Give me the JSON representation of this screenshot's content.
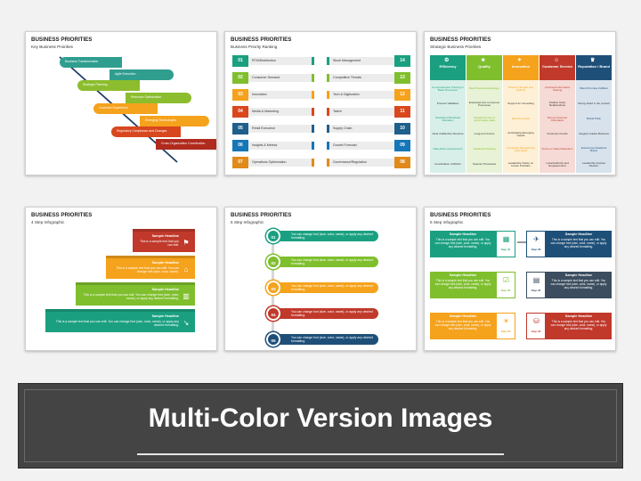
{
  "slides": [
    {
      "title": "BUSINESS PRIORITIES",
      "subtitle": "Key Business Priorities",
      "items": [
        {
          "label": "Business Transformation",
          "color": "#2f9e8f"
        },
        {
          "label": "Agile Execution",
          "color": "#2f9e8f"
        },
        {
          "label": "Strategic Planning",
          "color": "#8cbd2e"
        },
        {
          "label": "Resource Optimization",
          "color": "#8cbd2e"
        },
        {
          "label": "Customer Experience",
          "color": "#f5a21c"
        },
        {
          "label": "Emerging Technologies",
          "color": "#f5a21c"
        },
        {
          "label": "Regulatory Compliance and Changes",
          "color": "#d9471e"
        },
        {
          "label": "Cross-Organization Coordination",
          "color": "#b02a1e"
        }
      ]
    },
    {
      "title": "BUSINESS PRIORITIES",
      "subtitle": "Business Priority Ranking",
      "left": [
        {
          "num": "01",
          "label": "RTM/Distribution",
          "color": "#1aa080"
        },
        {
          "num": "02",
          "label": "Consumer Demand",
          "color": "#7fbf2e"
        },
        {
          "num": "03",
          "label": "Innovation",
          "color": "#f5a21c"
        },
        {
          "num": "04",
          "label": "Media & Marketing",
          "color": "#d9471e"
        },
        {
          "num": "05",
          "label": "Retail Execution",
          "color": "#1e5f8c"
        },
        {
          "num": "06",
          "label": "Insights & Metrics",
          "color": "#1576b8"
        },
        {
          "num": "07",
          "label": "Operations Optimization",
          "color": "#e08a1a"
        }
      ],
      "right": [
        {
          "num": "14",
          "label": "Stock Management",
          "color": "#1aa080"
        },
        {
          "num": "13",
          "label": "Competitive Threats",
          "color": "#7fbf2e"
        },
        {
          "num": "12",
          "label": "Tech & Digitization",
          "color": "#f5a21c"
        },
        {
          "num": "11",
          "label": "Talent",
          "color": "#d9471e"
        },
        {
          "num": "10",
          "label": "Supply Chain",
          "color": "#1e5f8c"
        },
        {
          "num": "09",
          "label": "Growth Forecast",
          "color": "#1576b8"
        },
        {
          "num": "08",
          "label": "Governance/Regulation",
          "color": "#e08a1a"
        }
      ]
    },
    {
      "title": "BUSINESS PRIORITIES",
      "subtitle": "Strategic Business Priorities",
      "columns": [
        {
          "head": "Efficiency",
          "icon": "⚙",
          "color": "#1aa080",
          "light": "#d8efe9",
          "cells": [
            "Comprehensive Training in Basic Processes",
            "Process Validation",
            "Disciplined Workload Allocation",
            "Clear & Effective Structure",
            "Data-Driven Assessment",
            "Coordination of Efforts"
          ]
        },
        {
          "head": "Quality",
          "icon": "★",
          "color": "#7fbf2e",
          "light": "#e8f2d6",
          "cells": [
            "Best Practices Exchange",
            "Empowerment to Improve Processes",
            "Disciplined use of performance data",
            "Long-term Focus",
            "Advanced Training",
            "Superior Processes"
          ]
        },
        {
          "head": "Innovation",
          "icon": "✦",
          "color": "#f5a21c",
          "light": "#fdf0d6",
          "cells": [
            "Diverse Thought and Opinion",
            "Support for Innovating",
            "Risk Promotion",
            "Anticipating Emerging Needs",
            "Constantly Recognizing New Ideas",
            "Leadership Clarity on Future Priorities"
          ]
        },
        {
          "head": "Customer Service",
          "icon": "☺",
          "color": "#c0392b",
          "light": "#f5dad6",
          "cells": [
            "Continual Information Sharing",
            "Positive Team Relationships",
            "Strong Customer Orientation",
            "Customer-Centric",
            "Focus on Talent Retention",
            "Local Authority and Empowerment"
          ]
        },
        {
          "head": "Reputation / Brand",
          "icon": "♛",
          "color": "#1e4f78",
          "light": "#d8e2ec",
          "cells": [
            "Brand Promise Fulfilled",
            "Strong belief in the product",
            "Brand Pride",
            "Integrity Guides Business",
            "Environment Reflects Brand",
            "Leadership Inspires Passion"
          ]
        }
      ]
    },
    {
      "title": "BUSINESS PRIORITIES",
      "subtitle": "4 Step Infographic",
      "steps": [
        {
          "head": "Sample Headline",
          "text": "This is a sample text that you can edit.",
          "color": "#c0392b",
          "icon": "⚑"
        },
        {
          "head": "Sample Headline",
          "text": "This is a sample text that you can edit. You can change font (size, color, name).",
          "color": "#f5a21c",
          "icon": "⌂"
        },
        {
          "head": "Sample Headline",
          "text": "This is a sample text that you can edit. You can change font (size, color, name), or apply any desired formatting.",
          "color": "#7fbf2e",
          "icon": "▥"
        },
        {
          "head": "Sample Headline",
          "text": "This is a sample text that you can edit. You can change font (size, color, name), or apply any desired formatting.",
          "color": "#1aa080",
          "icon": "↘"
        }
      ]
    },
    {
      "title": "BUSINESS PRIORITIES",
      "subtitle": "5 Step Infographic",
      "rows": [
        {
          "num": "01",
          "text": "You can change font (size, color, name), or apply any desired formatting.",
          "color": "#1aa080"
        },
        {
          "num": "02",
          "text": "You can change font (size, color, name), or apply any desired formatting.",
          "color": "#7fbf2e"
        },
        {
          "num": "03",
          "text": "You can change font (size, color, name), or apply any desired formatting.",
          "color": "#f5a21c"
        },
        {
          "num": "04",
          "text": "You can change font (size, color, name), or apply any desired formatting.",
          "color": "#c0392b"
        },
        {
          "num": "05",
          "text": "You can change font (size, color, name), or apply any desired formatting.",
          "color": "#1e4f78"
        }
      ]
    },
    {
      "title": "BUSINESS PRIORITIES",
      "subtitle": "6 Step Infographic",
      "steps": [
        {
          "head": "Sample Headline",
          "text": "This is a sample text that you can edit. You can change font (size, color, name), or apply any desired formatting.",
          "step": "Step 01",
          "color": "#1aa080",
          "icon": "▦"
        },
        {
          "head": "Sample Headline",
          "text": "This is a sample text that you can edit. You can change font (size, color, name), or apply any desired formatting.",
          "step": "Step 02",
          "color": "#7fbf2e",
          "icon": "☑"
        },
        {
          "head": "Sample Headline",
          "text": "This is a sample text that you can edit. You can change font (size, color, name), or apply any desired formatting.",
          "step": "Step 03",
          "color": "#f5a21c",
          "icon": "☀"
        },
        {
          "head": "Sample Headline",
          "text": "This is a sample text that you can edit. You can change font (size, color, name), or apply any desired formatting.",
          "step": "Step 04",
          "color": "#c0392b",
          "icon": "⛁"
        },
        {
          "head": "Sample Headline",
          "text": "This is a sample text that you can edit. You can change font (size, color, name), or apply any desired formatting.",
          "step": "Step 05",
          "color": "#3b4d5f",
          "icon": "▤"
        },
        {
          "head": "Sample Headline",
          "text": "This is a sample text that you can edit. You can change font (size, color, name), or apply any desired formatting.",
          "step": "Step 06",
          "color": "#1e4f78",
          "icon": "✈"
        }
      ]
    }
  ],
  "banner": {
    "title": "Multi-Color Version Images"
  }
}
